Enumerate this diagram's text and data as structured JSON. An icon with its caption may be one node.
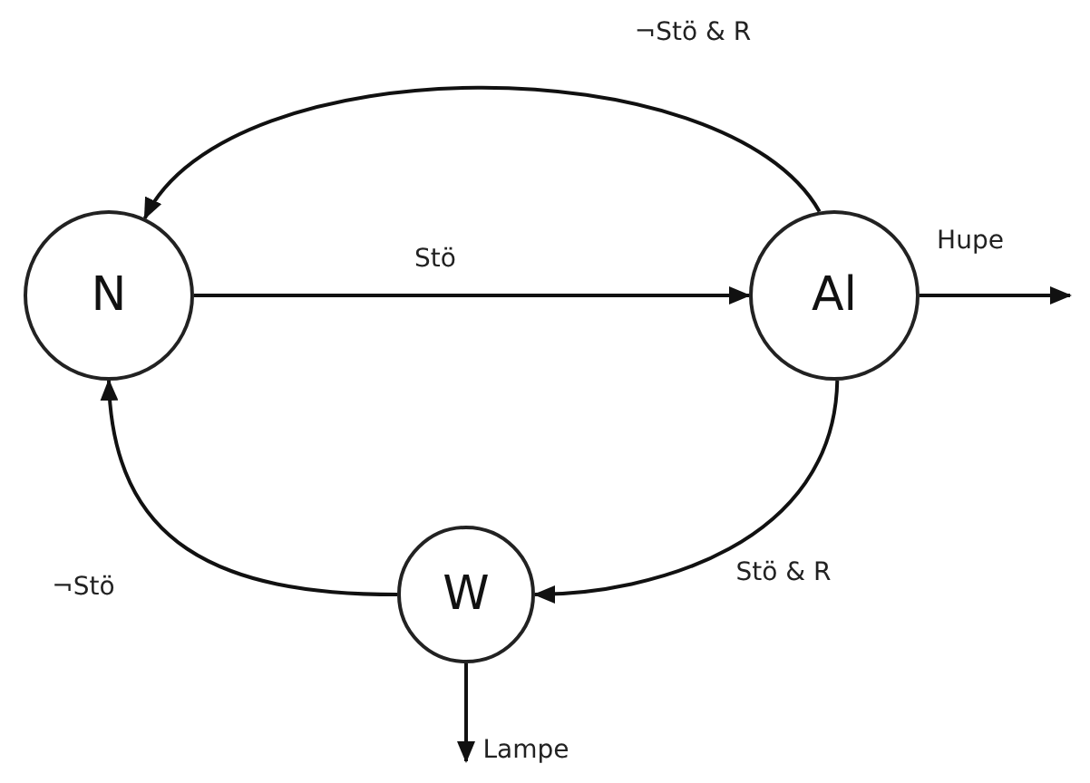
{
  "diagram": {
    "nodes": [
      {
        "text": [
          "N"
        ]
      },
      {
        "text": [
          "Al"
        ]
      },
      {
        "text": [
          "W"
        ]
      }
    ],
    "edges": [
      {
        "from": 0,
        "to": 1,
        "arrow": "to",
        "label": "Stö"
      },
      {
        "from": 1,
        "to": 0,
        "arrow": "to",
        "label": "¬Stö & R"
      },
      {
        "from": 1,
        "to": 2,
        "arrow": "to",
        "label": "Stö & R"
      },
      {
        "from": 2,
        "to": 0,
        "arrow": "to",
        "label": "¬Stö"
      },
      {
        "from": 1,
        "to": null,
        "arrow": "to",
        "label": "Hupe"
      },
      {
        "from": 2,
        "to": null,
        "arrow": "to",
        "label": "Lampe"
      }
    ]
  }
}
